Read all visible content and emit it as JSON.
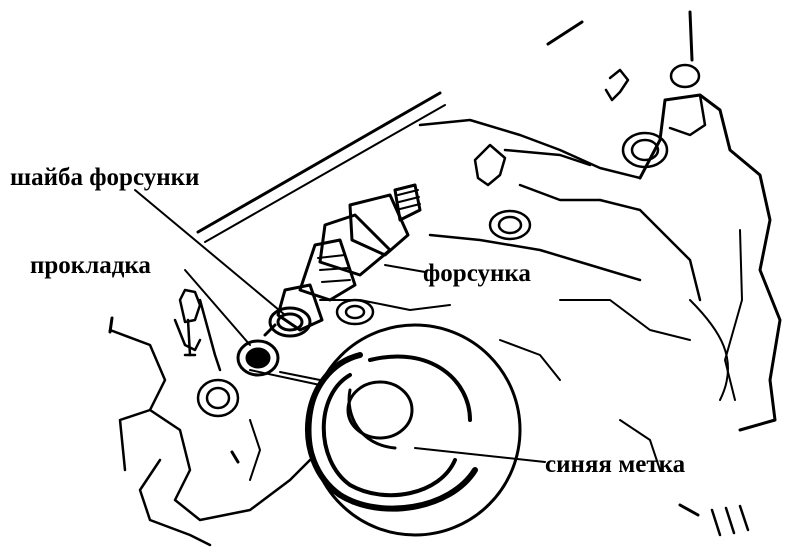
{
  "labels": {
    "injector_washer": "шайба форсунки",
    "gasket": "прокладка",
    "injector": "форсунка",
    "blue_mark": "синяя метка"
  },
  "colors": {
    "ink": "#000000",
    "background": "#ffffff"
  }
}
